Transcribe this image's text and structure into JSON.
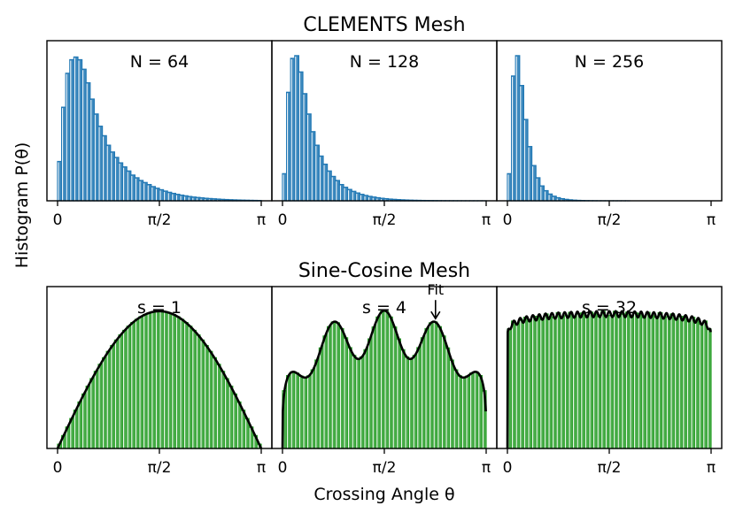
{
  "figure": {
    "row_titles": [
      "CLEMENTS Mesh",
      "Sine-Cosine Mesh"
    ],
    "ylabel": "Histogram P(θ)",
    "xlabel": "Crossing Angle θ"
  },
  "chart_data": [
    {
      "type": "bar",
      "row": 0,
      "col": 0,
      "title": "N = 64",
      "xticks": [
        "0",
        "π/2",
        "π"
      ],
      "xlim": [
        0,
        3.1416
      ],
      "ylim": [
        0,
        1.18
      ],
      "grid": false,
      "bar_color": "#1f77b4",
      "bins": 50,
      "values": [
        0.29,
        0.69,
        0.94,
        1.04,
        1.06,
        1.04,
        0.97,
        0.87,
        0.75,
        0.64,
        0.55,
        0.48,
        0.41,
        0.36,
        0.32,
        0.28,
        0.25,
        0.22,
        0.19,
        0.17,
        0.15,
        0.135,
        0.12,
        0.105,
        0.093,
        0.082,
        0.072,
        0.063,
        0.055,
        0.048,
        0.042,
        0.037,
        0.032,
        0.028,
        0.025,
        0.022,
        0.019,
        0.017,
        0.015,
        0.013,
        0.011,
        0.0095,
        0.0082,
        0.0071,
        0.0061,
        0.0052,
        0.0045,
        0.0038,
        0.0032,
        0.0027
      ]
    },
    {
      "type": "bar",
      "row": 0,
      "col": 1,
      "title": "N = 128",
      "xticks": [
        "0",
        "π/2",
        "π"
      ],
      "xlim": [
        0,
        3.1416
      ],
      "ylim": [
        0,
        1.18
      ],
      "grid": false,
      "bar_color": "#1f77b4",
      "bins": 50,
      "values": [
        0.2,
        0.8,
        1.05,
        1.07,
        0.95,
        0.79,
        0.64,
        0.51,
        0.41,
        0.33,
        0.27,
        0.22,
        0.18,
        0.15,
        0.12,
        0.1,
        0.084,
        0.07,
        0.058,
        0.048,
        0.04,
        0.033,
        0.028,
        0.023,
        0.019,
        0.016,
        0.013,
        0.011,
        0.009,
        0.0075,
        0.0062,
        0.0051,
        0.0042,
        0.0035,
        0.0029,
        0.0024,
        0.002,
        0.0016,
        0.0013,
        0.0011,
        0.0009,
        0.0007,
        0.0006,
        0.0005,
        0.0004,
        0.0003,
        0.0003,
        0.0002,
        0.0002,
        0.0001
      ]
    },
    {
      "type": "bar",
      "row": 0,
      "col": 2,
      "title": "N = 256",
      "xticks": [
        "0",
        "π/2",
        "π"
      ],
      "xlim": [
        0,
        3.1416
      ],
      "ylim": [
        0,
        1.18
      ],
      "grid": false,
      "bar_color": "#1f77b4",
      "bins": 50,
      "values": [
        0.2,
        0.92,
        1.07,
        0.85,
        0.6,
        0.4,
        0.26,
        0.17,
        0.11,
        0.075,
        0.05,
        0.034,
        0.023,
        0.016,
        0.011,
        0.0075,
        0.0051,
        0.0035,
        0.0024,
        0.0016,
        0.0011,
        0.0008,
        0.0005,
        0.0004,
        0.0003,
        0.0002,
        0.0001,
        0.0001,
        0.0001,
        0.0001,
        0,
        0,
        0,
        0,
        0,
        0,
        0,
        0,
        0,
        0,
        0,
        0,
        0,
        0,
        0,
        0,
        0,
        0,
        0,
        0
      ]
    },
    {
      "type": "bar",
      "row": 1,
      "col": 0,
      "title": "s = 1",
      "xticks": [
        "0",
        "π/2",
        "π"
      ],
      "xlim": [
        0,
        3.1416
      ],
      "ylim": [
        0,
        1.18
      ],
      "grid": false,
      "bar_color": "#2ca02c",
      "bins": 50,
      "s": 1,
      "fit": {
        "s": 1
      }
    },
    {
      "type": "bar",
      "row": 1,
      "col": 1,
      "title": "s = 4",
      "xticks": [
        "0",
        "π/2",
        "π"
      ],
      "xlim": [
        0,
        3.1416
      ],
      "ylim": [
        0,
        1.18
      ],
      "grid": false,
      "bar_color": "#2ca02c",
      "bins": 50,
      "s": 4,
      "fit": {
        "s": 4,
        "annotation": "Fit",
        "annotation_x": 2.36
      }
    },
    {
      "type": "bar",
      "row": 1,
      "col": 2,
      "title": "s = 32",
      "xticks": [
        "0",
        "π/2",
        "π"
      ],
      "xlim": [
        0,
        3.1416
      ],
      "ylim": [
        0,
        1.18
      ],
      "grid": false,
      "bar_color": "#2ca02c",
      "bins": 50,
      "s": 32,
      "fit": {
        "s": 32
      }
    }
  ]
}
